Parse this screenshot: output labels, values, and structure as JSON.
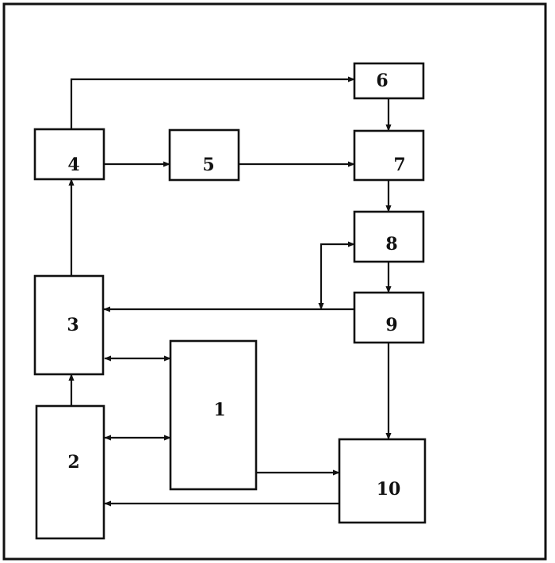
{
  "blocks": [
    {
      "id": "b1",
      "label": "1"
    },
    {
      "id": "b2",
      "label": "2"
    },
    {
      "id": "b3",
      "label": "3"
    },
    {
      "id": "b4",
      "label": "4"
    },
    {
      "id": "b5",
      "label": "5"
    },
    {
      "id": "b6",
      "label": "6"
    },
    {
      "id": "b7",
      "label": "7"
    },
    {
      "id": "b8",
      "label": "8"
    },
    {
      "id": "b9",
      "label": "9"
    },
    {
      "id": "b10",
      "label": "10"
    }
  ],
  "connections": [
    {
      "from": "2",
      "to": "3",
      "style": "arrow"
    },
    {
      "from": "3",
      "to": "4",
      "style": "arrow"
    },
    {
      "from": "4",
      "to": "6",
      "style": "arrow"
    },
    {
      "from": "4",
      "to": "5",
      "style": "arrow"
    },
    {
      "from": "5",
      "to": "7",
      "style": "arrow"
    },
    {
      "from": "6",
      "to": "7",
      "style": "arrow"
    },
    {
      "from": "7",
      "to": "8",
      "style": "arrow"
    },
    {
      "from": "8",
      "to": "9",
      "style": "arrow"
    },
    {
      "from": "8",
      "to": "9",
      "style": "bidirectional-side-loop"
    },
    {
      "from": "9",
      "to": "3",
      "style": "arrow"
    },
    {
      "from": "9",
      "to": "10",
      "style": "arrow"
    },
    {
      "from": "1",
      "to": "3",
      "style": "bidirectional"
    },
    {
      "from": "1",
      "to": "2",
      "style": "bidirectional"
    },
    {
      "from": "1",
      "to": "10",
      "style": "arrow"
    },
    {
      "from": "10",
      "to": "2",
      "style": "arrow"
    }
  ]
}
